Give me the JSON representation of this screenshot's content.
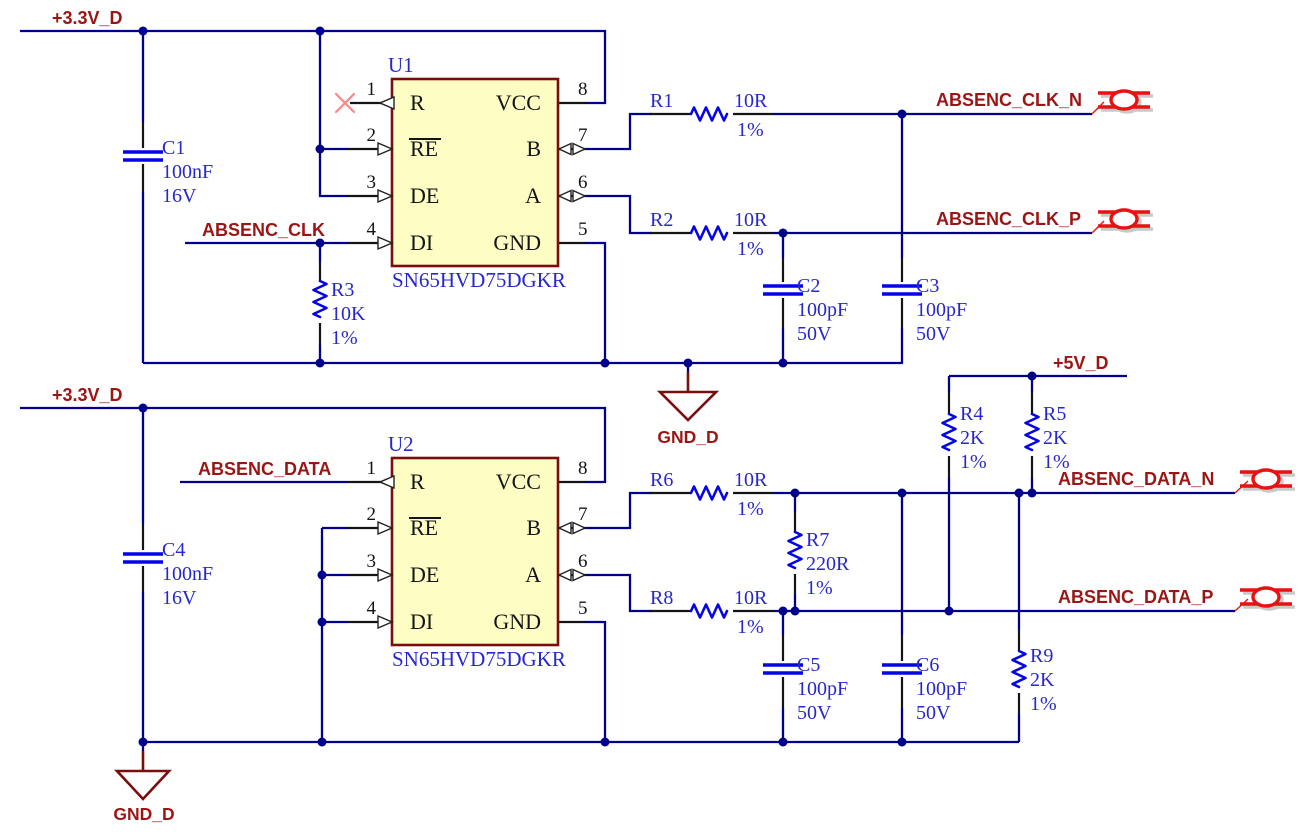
{
  "colors": {
    "wire": "#00008b",
    "component_blue": "#0404e8",
    "label_blue": "#2727cf",
    "net_red": "#9c1515",
    "chip_fill": "#fdfdc4",
    "chip_border": "#7a0d0d",
    "connector_red": "#e91111"
  },
  "power": {
    "v33_top": "+3.3V_D",
    "v33_bottom": "+3.3V_D",
    "v5": "+5V_D"
  },
  "ground": {
    "mid": "GND_D",
    "bottom": "GND_D"
  },
  "nets": {
    "clk": "ABSENC_CLK",
    "clk_n": "ABSENC_CLK_N",
    "clk_p": "ABSENC_CLK_P",
    "data": "ABSENC_DATA",
    "data_n": "ABSENC_DATA_N",
    "data_p": "ABSENC_DATA_P"
  },
  "ics": {
    "u1": {
      "designator": "U1",
      "part": "SN65HVD75DGKR",
      "pins": {
        "p1": {
          "num": "1",
          "name": "R"
        },
        "p2": {
          "num": "2",
          "name": "RE"
        },
        "p3": {
          "num": "3",
          "name": "DE"
        },
        "p4": {
          "num": "4",
          "name": "DI"
        },
        "p5": {
          "num": "5",
          "name": "GND"
        },
        "p6": {
          "num": "6",
          "name": "A"
        },
        "p7": {
          "num": "7",
          "name": "B"
        },
        "p8": {
          "num": "8",
          "name": "VCC"
        }
      }
    },
    "u2": {
      "designator": "U2",
      "part": "SN65HVD75DGKR",
      "pins": {
        "p1": {
          "num": "1",
          "name": "R"
        },
        "p2": {
          "num": "2",
          "name": "RE"
        },
        "p3": {
          "num": "3",
          "name": "DE"
        },
        "p4": {
          "num": "4",
          "name": "DI"
        },
        "p5": {
          "num": "5",
          "name": "GND"
        },
        "p6": {
          "num": "6",
          "name": "A"
        },
        "p7": {
          "num": "7",
          "name": "B"
        },
        "p8": {
          "num": "8",
          "name": "VCC"
        }
      }
    }
  },
  "resistors": {
    "r1": {
      "ref": "R1",
      "value": "10R",
      "tolerance": "1%"
    },
    "r2": {
      "ref": "R2",
      "value": "10R",
      "tolerance": "1%"
    },
    "r3": {
      "ref": "R3",
      "value": "10K",
      "tolerance": "1%"
    },
    "r4": {
      "ref": "R4",
      "value": "2K",
      "tolerance": "1%"
    },
    "r5": {
      "ref": "R5",
      "value": "2K",
      "tolerance": "1%"
    },
    "r6": {
      "ref": "R6",
      "value": "10R",
      "tolerance": "1%"
    },
    "r7": {
      "ref": "R7",
      "value": "220R",
      "tolerance": "1%"
    },
    "r8": {
      "ref": "R8",
      "value": "10R",
      "tolerance": "1%"
    },
    "r9": {
      "ref": "R9",
      "value": "2K",
      "tolerance": "1%"
    }
  },
  "capacitors": {
    "c1": {
      "ref": "C1",
      "value": "100nF",
      "voltage": "16V"
    },
    "c2": {
      "ref": "C2",
      "value": "100pF",
      "voltage": "50V"
    },
    "c3": {
      "ref": "C3",
      "value": "100pF",
      "voltage": "50V"
    },
    "c4": {
      "ref": "C4",
      "value": "100nF",
      "voltage": "16V"
    },
    "c5": {
      "ref": "C5",
      "value": "100pF",
      "voltage": "50V"
    },
    "c6": {
      "ref": "C6",
      "value": "100pF",
      "voltage": "50V"
    }
  }
}
